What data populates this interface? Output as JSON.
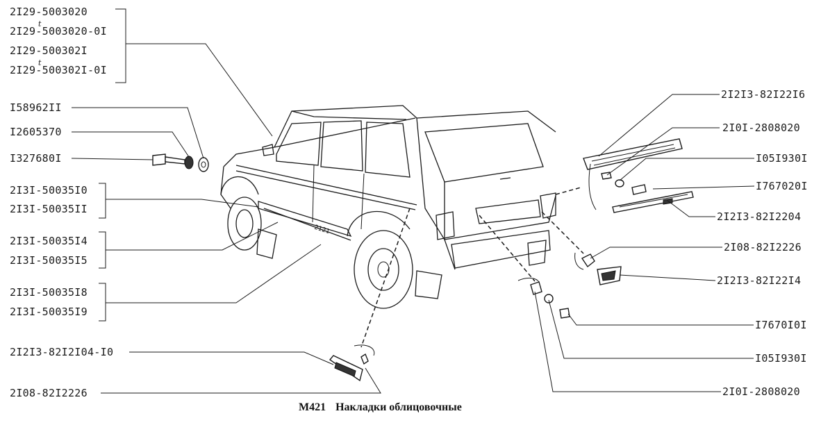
{
  "caption": {
    "code": "M421",
    "title": "Накладки облицовочные"
  },
  "left_labels": {
    "group_a": [
      "2I29-5003020",
      "2I29-5003020-0I",
      "2I29-500302I",
      "2I29-500302I-0I"
    ],
    "superscript_mark": "t",
    "bolt_parts": [
      "I58962II",
      "I2605370",
      "I327680I"
    ],
    "group_b": [
      "2I3I-50035I0",
      "2I3I-50035II"
    ],
    "group_c": [
      "2I3I-50035I4",
      "2I3I-50035I5"
    ],
    "group_d": [
      "2I3I-50035I8",
      "2I3I-50035I9"
    ],
    "emblem_side": "2I2I3-82I2I04-I0",
    "clip_left": "2I08-82I2226"
  },
  "right_labels": [
    "2I2I3-82I22I6",
    "2I0I-2808020",
    "I05I930I",
    "I767020I",
    "2I2I3-82I2204",
    "2I08-82I2226",
    "2I2I3-82I22I4",
    "I7670I0I",
    "I05I930I",
    "2I0I-2808020"
  ],
  "emblem_text": "2121"
}
